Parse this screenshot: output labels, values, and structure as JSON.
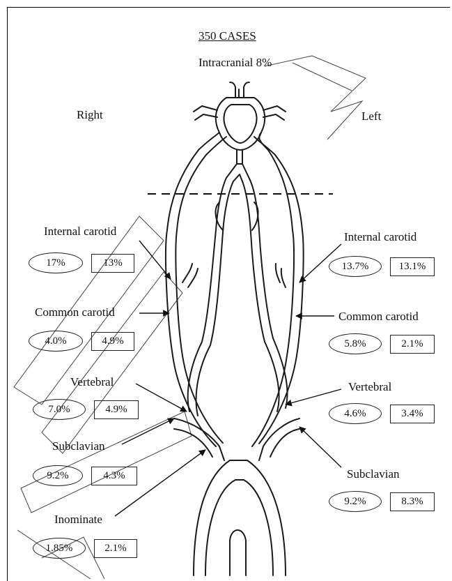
{
  "title": "350 CASES",
  "intracranial_label": "Intracranial 8%",
  "side_right": "Right",
  "side_left": "Left",
  "right": [
    {
      "label": "Internal carotid",
      "oval": "17%",
      "box": "13%"
    },
    {
      "label": "Common carotid",
      "oval": "4.0%",
      "box": "4.9%"
    },
    {
      "label": "Vertebral",
      "oval": "7.0%",
      "box": "4.9%"
    },
    {
      "label": "Subclavian",
      "oval": "9.2%",
      "box": "4.3%"
    },
    {
      "label": "Inominate",
      "oval": "1.85%",
      "box": "2.1%"
    }
  ],
  "left": [
    {
      "label": "Internal carotid",
      "oval": "13.7%",
      "box": "13.1%"
    },
    {
      "label": "Common carotid",
      "oval": "5.8%",
      "box": "2.1%"
    },
    {
      "label": "Vertebral",
      "oval": "4.6%",
      "box": "3.4%"
    },
    {
      "label": "Subclavian",
      "oval": "9.2%",
      "box": "8.3%"
    }
  ],
  "colors": {
    "line": "#1a1a1a",
    "watermark": "#222222",
    "background": "#ffffff"
  }
}
